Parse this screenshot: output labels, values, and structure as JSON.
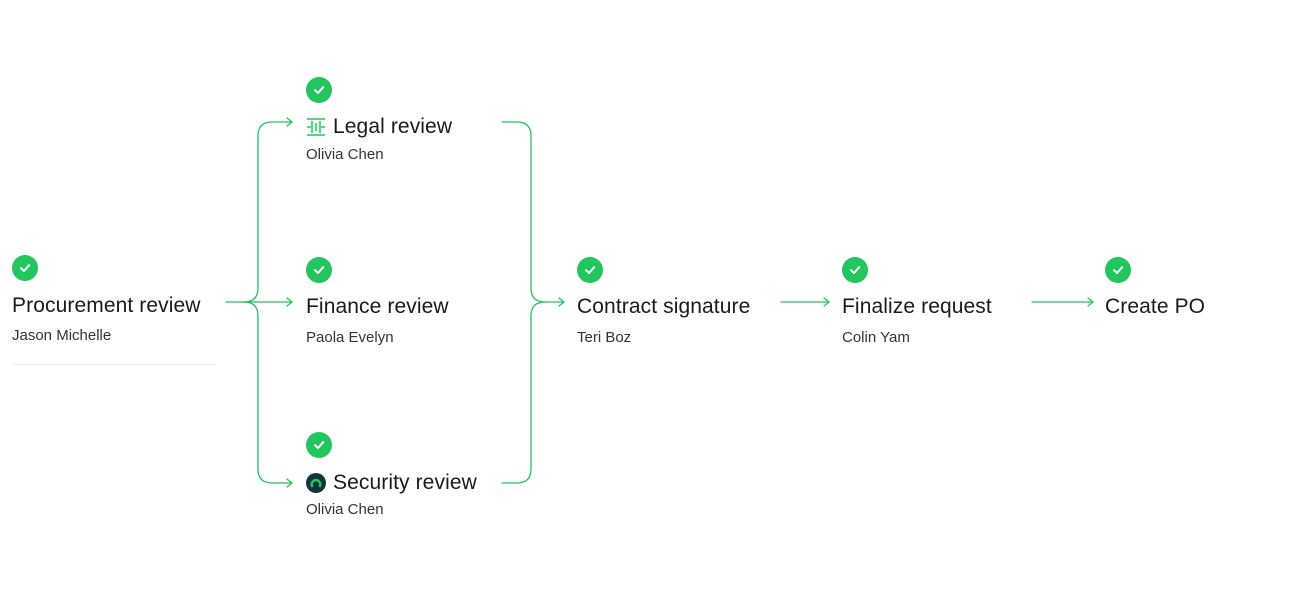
{
  "accent_color": "#22c55e",
  "steps": {
    "procurement": {
      "title": "Procurement review",
      "assignee": "Jason Michelle",
      "status": "complete"
    },
    "legal": {
      "title": "Legal review",
      "assignee": "Olivia Chen",
      "status": "complete",
      "icon": "legal-brand-icon"
    },
    "finance": {
      "title": "Finance review",
      "assignee": "Paola Evelyn",
      "status": "complete"
    },
    "security": {
      "title": "Security review",
      "assignee": "Olivia Chen",
      "status": "complete",
      "icon": "security-brand-icon"
    },
    "contract": {
      "title": "Contract signature",
      "assignee": "Teri Boz",
      "status": "complete"
    },
    "finalize": {
      "title": "Finalize request",
      "assignee": "Colin Yam",
      "status": "complete"
    },
    "create_po": {
      "title": "Create PO",
      "status": "complete"
    }
  }
}
